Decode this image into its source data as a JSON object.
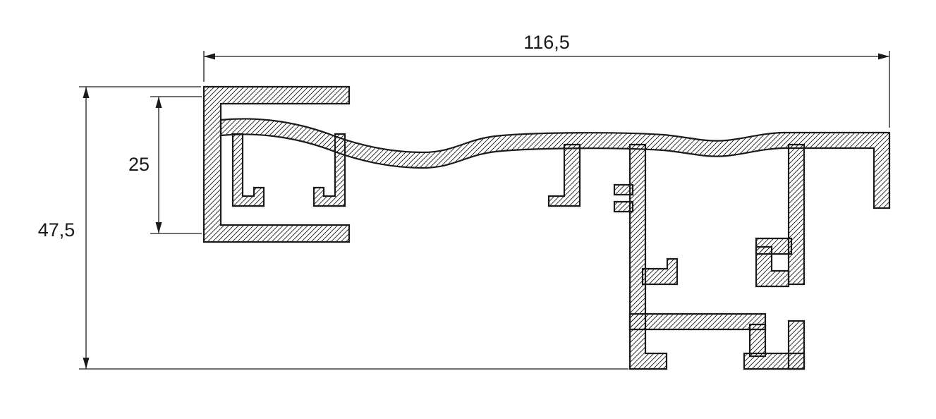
{
  "diagram": {
    "type": "technical-drawing-cross-section",
    "subject": "extruded-profile-section-with-hatching",
    "colors": {
      "line": "#1a1a1a",
      "background": "#ffffff",
      "hatch": "#1a1a1a"
    },
    "dimensions": {
      "overall_width": "116,5",
      "overall_height": "47,5",
      "inner_height": "25"
    }
  }
}
